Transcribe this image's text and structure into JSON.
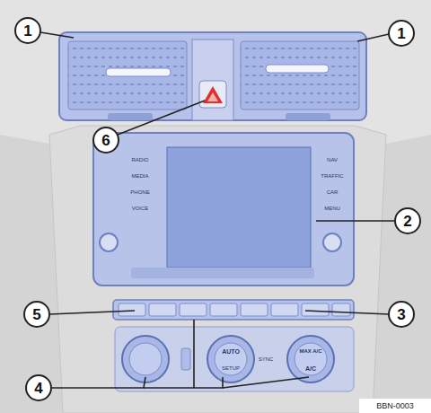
{
  "diagram": {
    "labels": [
      "1",
      "1",
      "6",
      "2",
      "5",
      "3",
      "4",
      "RADIO",
      "MEDIA",
      "PHONE",
      "VOICE",
      "NAV",
      "TRAFFIC",
      "CAR",
      "MENU",
      "AUTO",
      "SETUP",
      "MAX A/C",
      "A/C",
      "SYNC",
      "BBN-0003"
    ]
  }
}
